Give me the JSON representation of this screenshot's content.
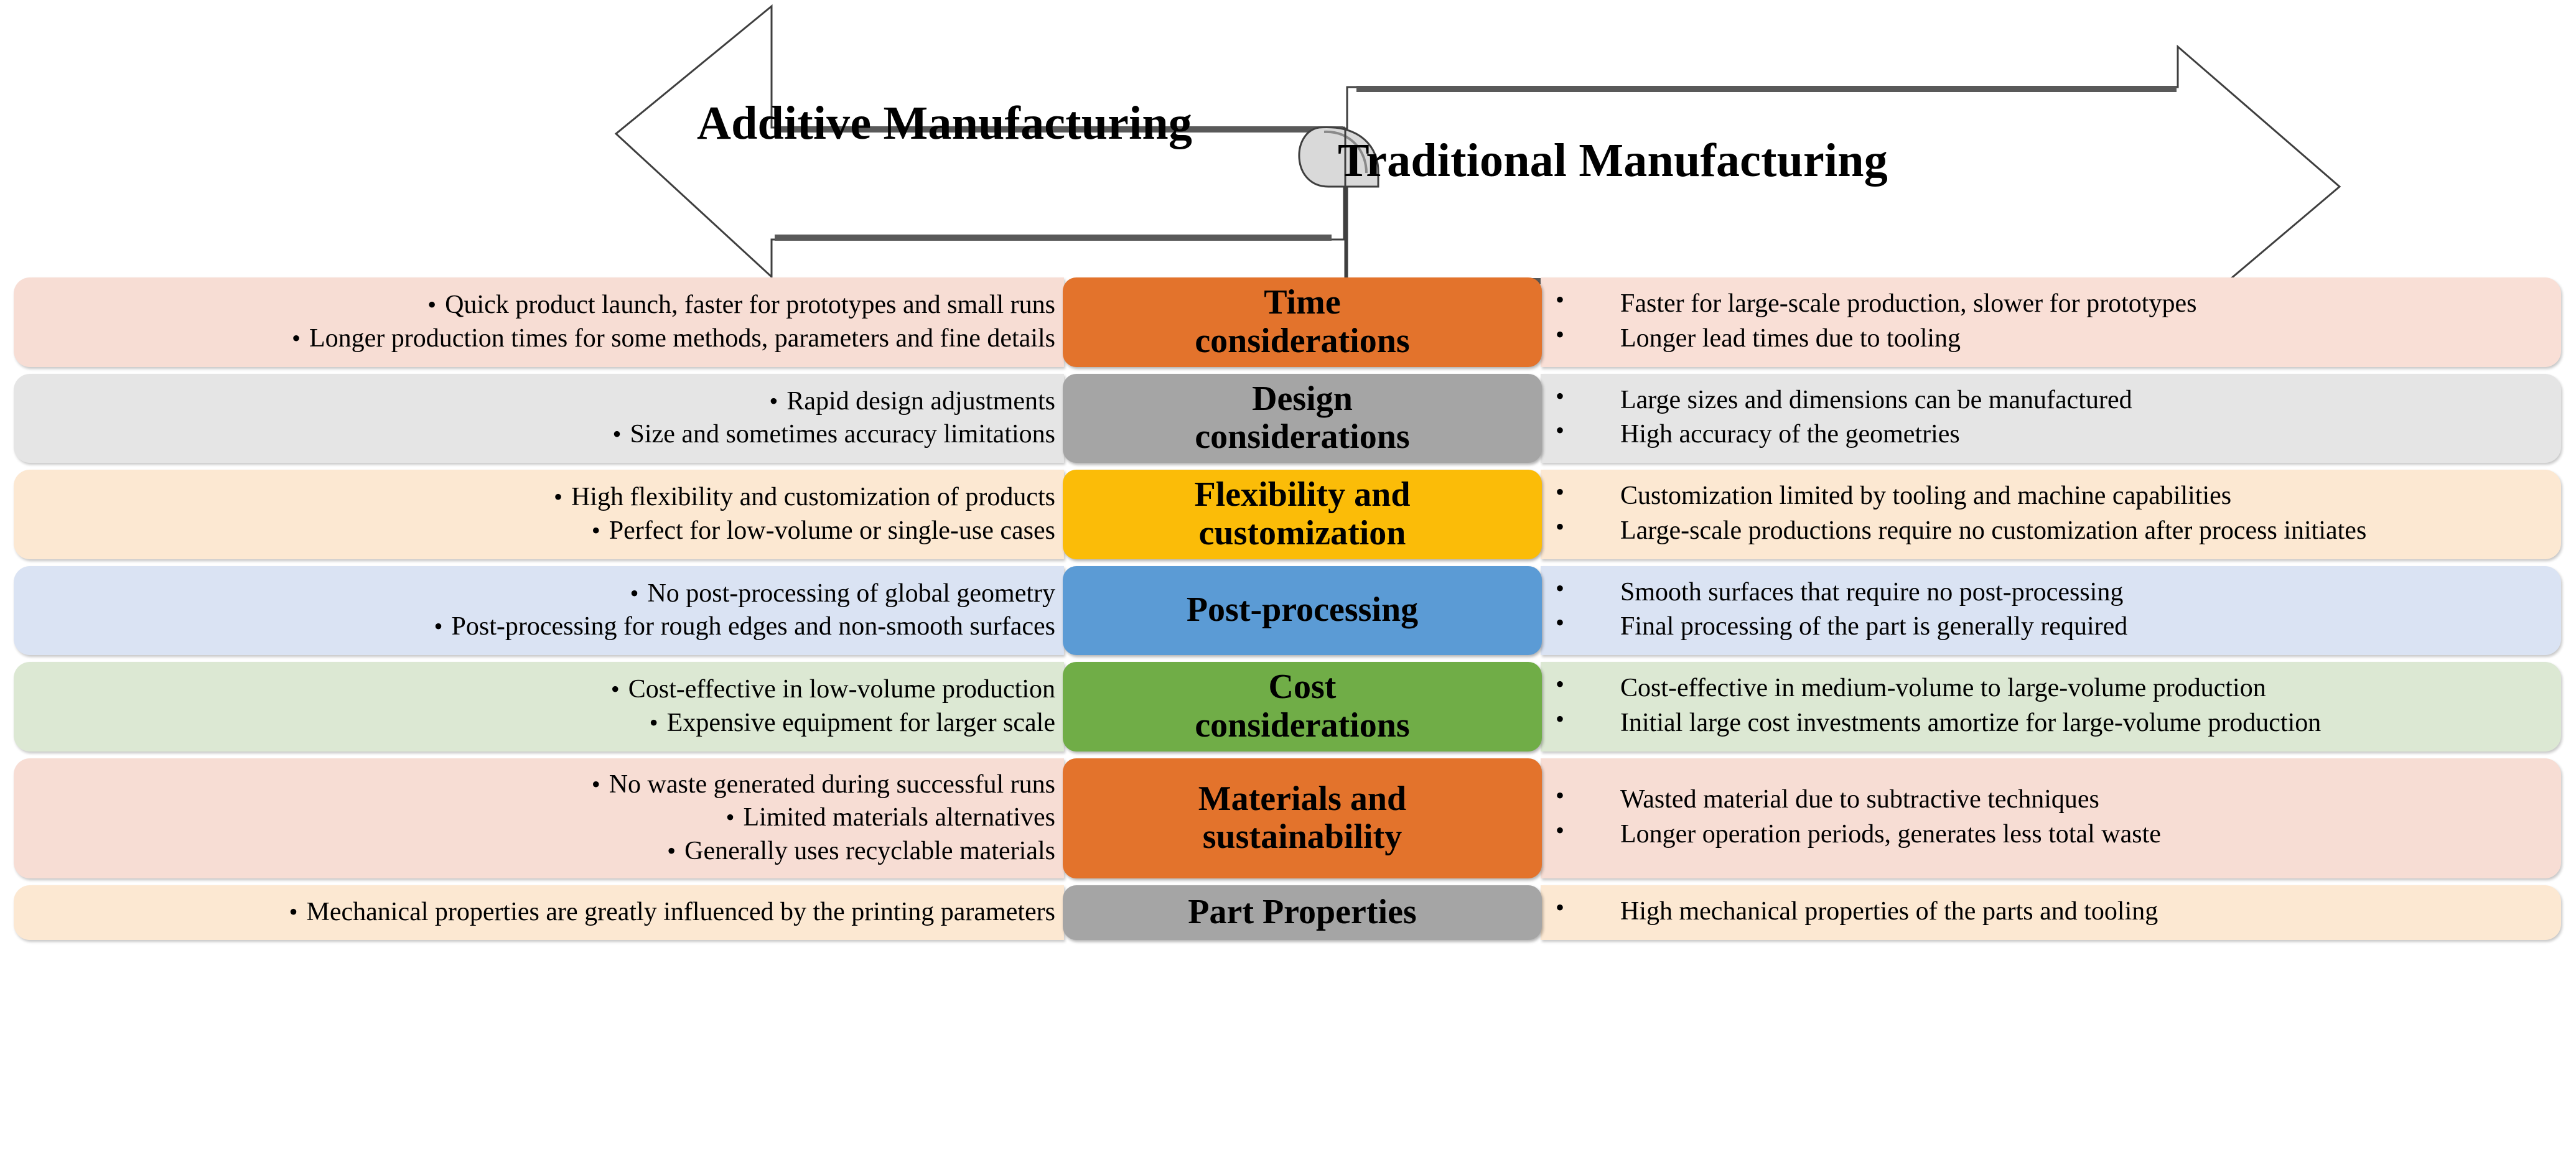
{
  "banner": {
    "left_label": "Additive Manufacturing",
    "right_label": "Traditional Manufacturing",
    "outline_color": "#3f3f3f",
    "fill_color": "#ffffff",
    "scroll_fill": "#d9d9d9"
  },
  "bullet_glyph": "•",
  "rows": [
    {
      "category": "Time\nconsiderations",
      "category_line1": "Time",
      "category_line2": "considerations",
      "center_color": "#E3732C",
      "left_color": "#F7DDD4",
      "right_color": "#F9DFD6",
      "left_bullets": [
        "Quick product launch, faster for prototypes and small runs",
        "Longer production times for some methods, parameters and fine details"
      ],
      "right_bullets": [
        "Faster for large-scale production, slower for prototypes",
        "Longer lead times due to tooling"
      ]
    },
    {
      "category_line1": "Design",
      "category_line2": "considerations",
      "center_color": "#A5A5A5",
      "left_color": "#E5E5E5",
      "right_color": "#E5E5E5",
      "left_bullets": [
        "Rapid design adjustments",
        "Size and sometimes accuracy limitations"
      ],
      "right_bullets": [
        "Large sizes and dimensions can be manufactured",
        "High accuracy of the geometries"
      ]
    },
    {
      "category_line1": "Flexibility and",
      "category_line2": "customization",
      "center_color": "#FBBC08",
      "left_color": "#FCE8D2",
      "right_color": "#FCE8D2",
      "left_bullets": [
        "High flexibility and customization of products",
        "Perfect for low-volume or single-use cases"
      ],
      "right_bullets": [
        "Customization limited by tooling and machine capabilities",
        "Large-scale productions require no customization after process initiates"
      ]
    },
    {
      "category_line1": "Post-processing",
      "category_line2": "",
      "center_color": "#5B9BD5",
      "left_color": "#DAE3F3",
      "right_color": "#DAE3F3",
      "left_bullets": [
        "No post-processing of global geometry",
        "Post-processing for rough edges and non-smooth surfaces"
      ],
      "right_bullets": [
        "Smooth surfaces that require no post-processing",
        "Final processing of the part is generally required"
      ]
    },
    {
      "category_line1": "Cost",
      "category_line2": "considerations",
      "center_color": "#70AD47",
      "left_color": "#DCE8D3",
      "right_color": "#DCE8D3",
      "left_bullets": [
        "Cost-effective in low-volume production",
        "Expensive equipment for larger scale"
      ],
      "right_bullets": [
        "Cost-effective in medium-volume to large-volume production",
        "Initial large cost investments amortize for large-volume production"
      ]
    },
    {
      "category_line1": "Materials and",
      "category_line2": "sustainability",
      "center_color": "#E3732C",
      "left_color": "#F7DDD4",
      "right_color": "#F7DDD4",
      "left_bullets": [
        "No waste generated during successful runs",
        "Limited materials alternatives",
        "Generally uses recyclable materials"
      ],
      "right_bullets": [
        "Wasted material due to subtractive techniques",
        "Longer operation periods, generates less total waste"
      ]
    },
    {
      "category_line1": "Part Properties",
      "category_line2": "",
      "center_color": "#A5A5A5",
      "left_color": "#FCE8D2",
      "right_color": "#FCE8D2",
      "left_bullets": [
        "Mechanical properties are greatly influenced by the printing parameters"
      ],
      "right_bullets": [
        "High mechanical properties of the parts and tooling"
      ]
    }
  ]
}
